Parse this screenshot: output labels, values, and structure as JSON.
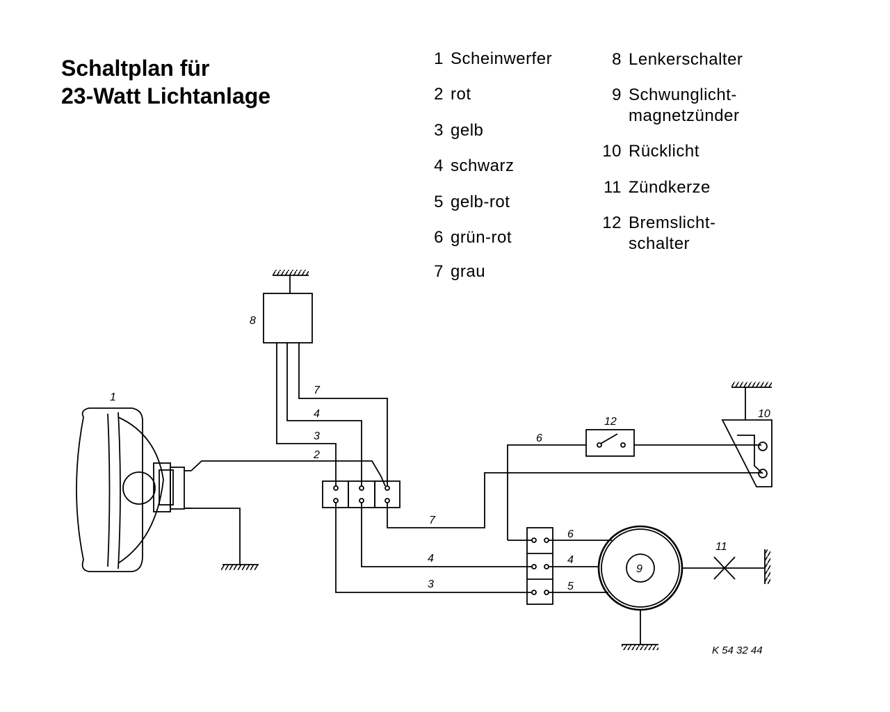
{
  "title": {
    "line1": "Schaltplan für",
    "line2": "23-Watt Lichtanlage"
  },
  "legend": {
    "left": [
      {
        "num": "1",
        "text": "Scheinwerfer"
      },
      {
        "num": "2",
        "text": "rot"
      },
      {
        "num": "3",
        "text": "gelb"
      },
      {
        "num": "4",
        "text": "schwarz"
      },
      {
        "num": "5",
        "text": "gelb-rot"
      },
      {
        "num": "6",
        "text": "grün-rot"
      },
      {
        "num": "7",
        "text": "grau"
      }
    ],
    "right": [
      {
        "num": "8",
        "text": "Lenkerschalter"
      },
      {
        "num": "9",
        "text": "Schwunglicht-",
        "text2": "magnetzünder"
      },
      {
        "num": "10",
        "text": "Rücklicht"
      },
      {
        "num": "11",
        "text": "Zündkerze"
      },
      {
        "num": "12",
        "text": "Bremslicht-",
        "text2": "schalter"
      }
    ]
  },
  "diagram": {
    "component_labels": {
      "headlight": "1",
      "handlebar_switch": "8",
      "magneto": "9",
      "tail_light": "10",
      "spark_plug": "11",
      "brake_switch": "12"
    },
    "wire_labels": {
      "w7_top": "7",
      "w4_top": "4",
      "w3_top": "3",
      "w2_top": "2",
      "w6_top": "6",
      "w7_bottom": "7",
      "w4_bottom": "4",
      "w3_bottom": "3",
      "w6_mag": "6",
      "w4_mag": "4",
      "w5_mag": "5"
    },
    "drawing_code": "K 54 32 44"
  }
}
